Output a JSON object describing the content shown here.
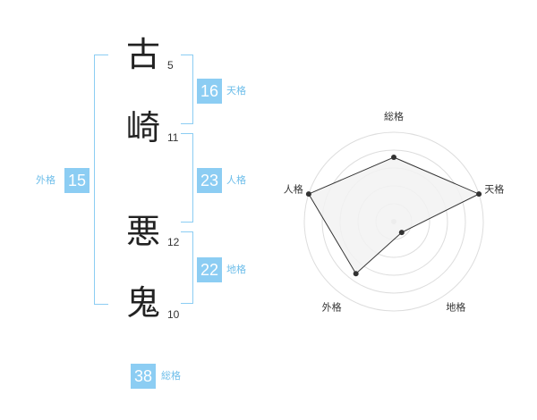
{
  "name": {
    "chars": [
      {
        "char": "古",
        "strokes": "5"
      },
      {
        "char": "崎",
        "strokes": "11"
      },
      {
        "char": "悪",
        "strokes": "12"
      },
      {
        "char": "鬼",
        "strokes": "10"
      }
    ]
  },
  "kaku": {
    "ten": {
      "value": "16",
      "label": "天格"
    },
    "jin": {
      "value": "23",
      "label": "人格"
    },
    "chi": {
      "value": "22",
      "label": "地格"
    },
    "gai": {
      "value": "15",
      "label": "外格"
    },
    "sou": {
      "value": "38",
      "label": "総格"
    }
  },
  "chart_data": {
    "type": "radar",
    "axes": [
      "総格",
      "天格",
      "地格",
      "外格",
      "人格"
    ],
    "values": [
      0.72,
      1.0,
      0.15,
      0.72,
      1.0
    ],
    "max": 1,
    "rings": 5
  },
  "colors": {
    "accent": "#8ccdf3",
    "accent_text": "#6ebeea",
    "radar_fill": "#f2f2f2",
    "radar_line": "#333333"
  }
}
